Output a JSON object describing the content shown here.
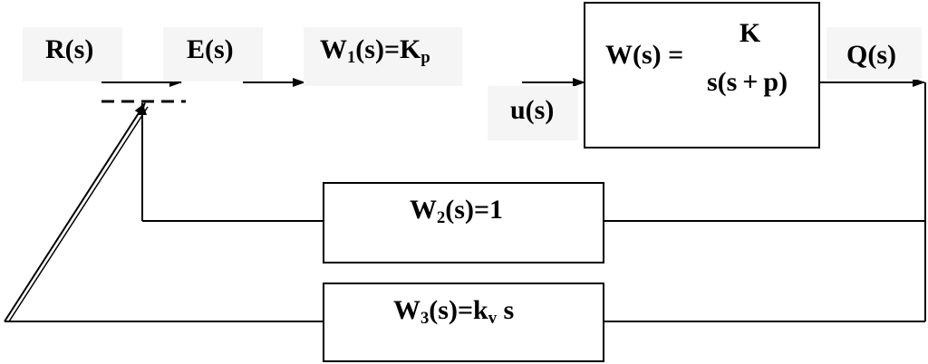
{
  "signals": {
    "reference": "R(s)",
    "error": "E(s)",
    "control": "u(s)",
    "output": "Q(s)"
  },
  "blocks": {
    "controller": {
      "name": "W",
      "index": "1",
      "args": "(s)=K",
      "gain_sub": "p"
    },
    "plant": {
      "lhs": "W(s) =",
      "numerator": "K",
      "denominator": "s(s + p)"
    },
    "feedback_unit": {
      "name": "W",
      "index": "2",
      "rest": "(s)=1"
    },
    "feedback_velocity": {
      "name": "W",
      "index": "3",
      "args": "(s)=k",
      "gain_sub": "v",
      "tail": " s"
    }
  },
  "colors": {
    "line": "#000000",
    "label_bg": "#f5f5f5",
    "box_fill": "#ffffff"
  }
}
